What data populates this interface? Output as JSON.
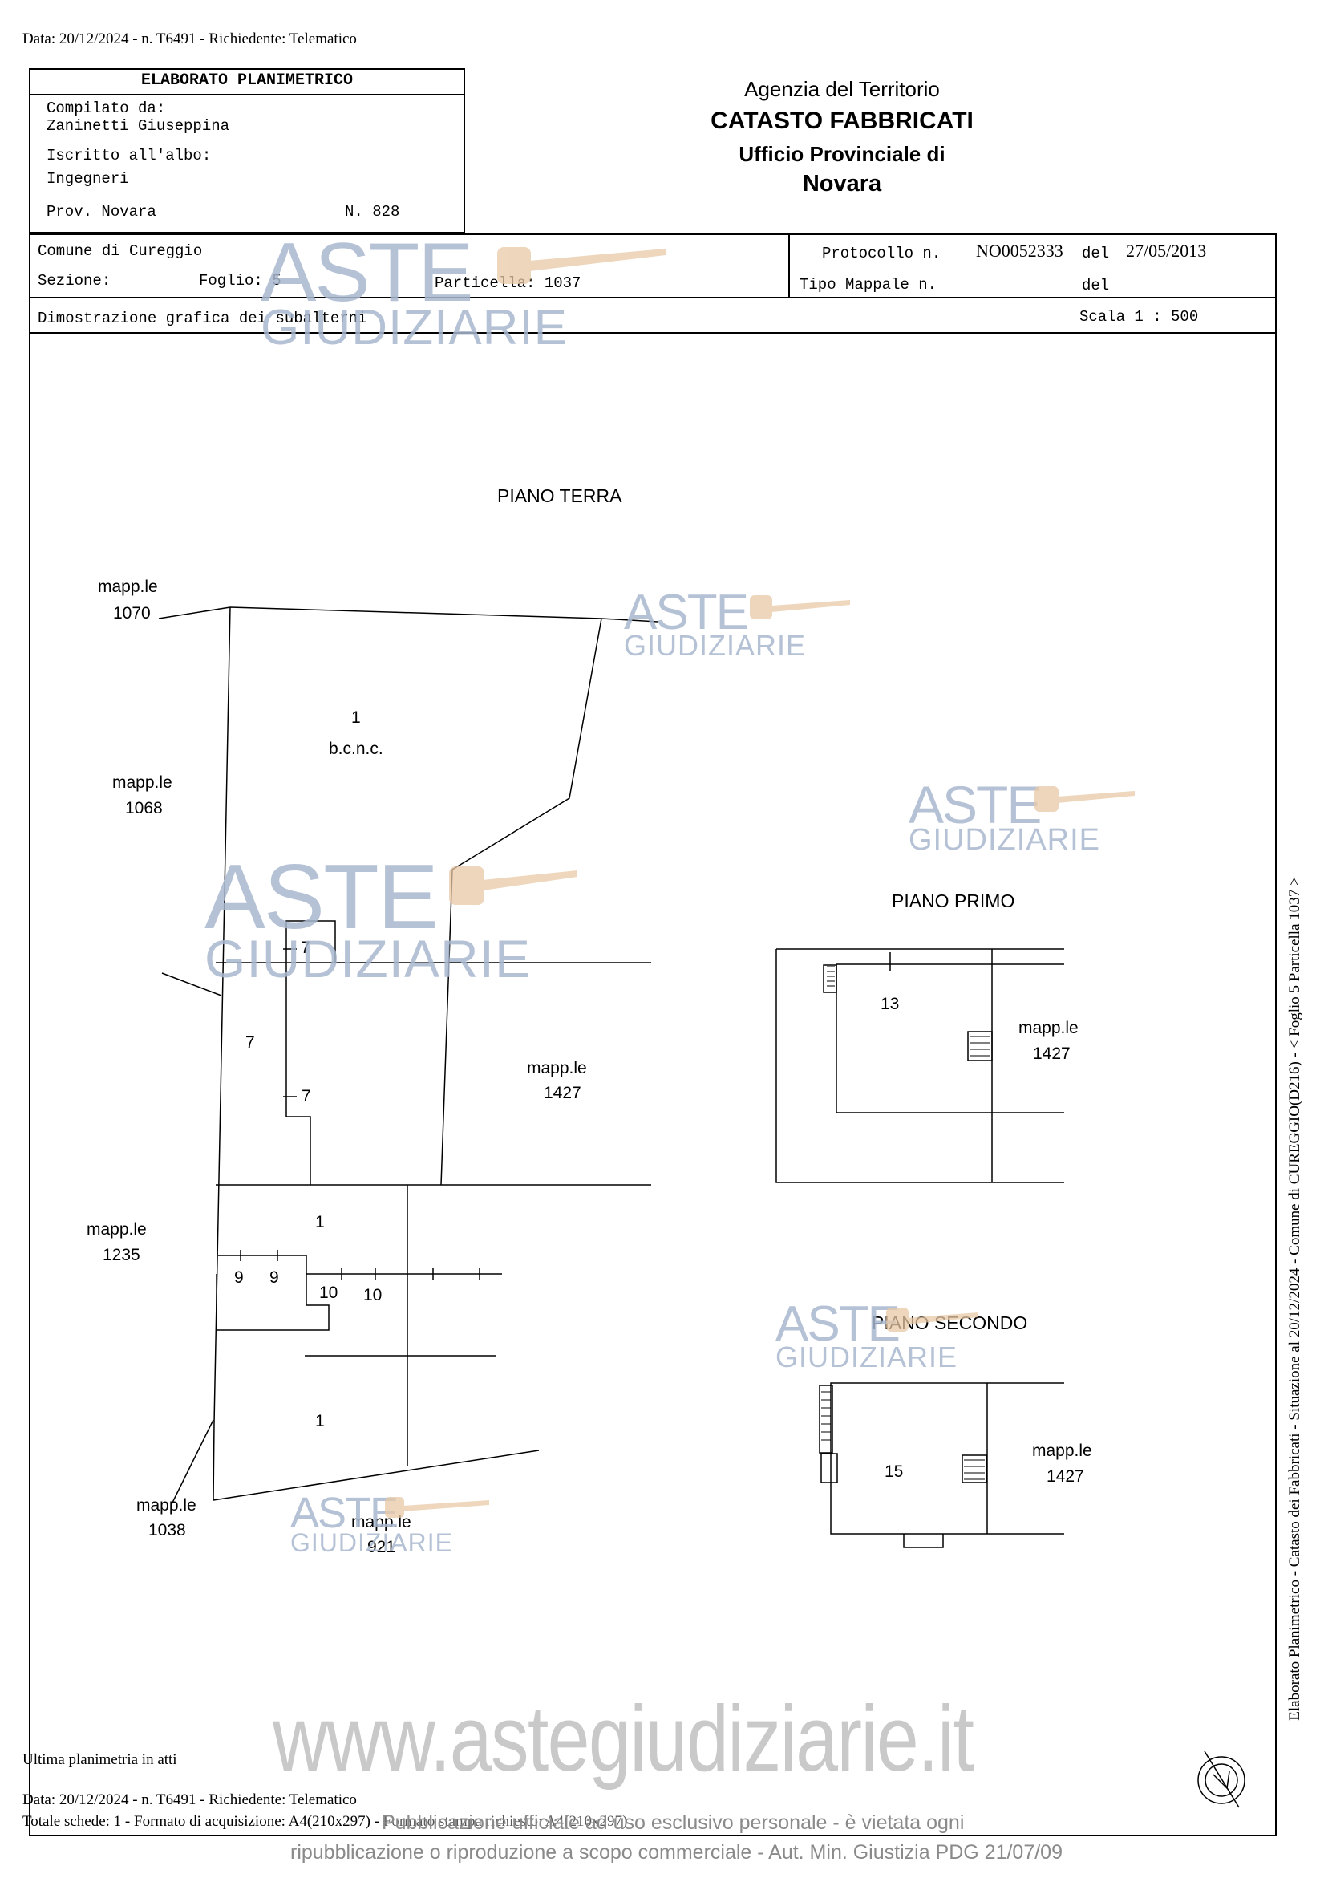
{
  "header_line": "Data: 20/12/2024 - n. T6491 - Richiedente: Telematico",
  "title_box": {
    "title": "ELABORATO PLANIMETRICO",
    "compilato_label": "Compilato da:",
    "compilato_name": "Zaninetti Giuseppina",
    "iscritto_label": "Iscritto all'albo:",
    "iscritto_value": "Ingegneri",
    "prov_label": "Prov. Novara",
    "number_label": "N. 828"
  },
  "agency": {
    "line1": "Agenzia del Territorio",
    "line2": "CATASTO FABBRICATI",
    "line3": "Ufficio Provinciale di",
    "line4": "Novara"
  },
  "info": {
    "comune": "Comune di Cureggio",
    "sezione_label": "Sezione:",
    "foglio": "Foglio: 5",
    "particella": "Particella: 1037",
    "protocollo_label": "Protocollo n.",
    "protocollo_value": "NO0052333",
    "del_label": "del",
    "protocollo_date": "27/05/2013",
    "tipo_mappale_label": "Tipo Mappale n.",
    "del2_label": "del",
    "dimostrazione": "Dimostrazione grafica dei subalterni",
    "scala": "Scala 1 : 500"
  },
  "plan": {
    "piano_terra": "PIANO TERRA",
    "piano_primo": "PIANO PRIMO",
    "piano_secondo": "PIANO SECONDO",
    "mapp": "mapp.le",
    "n1070": "1070",
    "n1068": "1068",
    "n1235": "1235",
    "n1038": "1038",
    "n921": "921",
    "n1427": "1427",
    "bcnc": "b.c.n.c.",
    "s1": "1",
    "s7": "7",
    "s9": "9",
    "s10": "10",
    "s13": "13",
    "s15": "15"
  },
  "side_text": "Elaborato Planimetrico - Catasto dei Fabbricati - Situazione al 20/12/2024 - Comune di CUREGGIO(D216) - < Foglio 5 Particella 1037 >",
  "footer": {
    "ultima": "Ultima planimetria in atti",
    "data_line": "Data: 20/12/2024 - n. T6491 - Richiedente: Telematico",
    "totale_line": "Totale schede: 1 - Formato di acquisizione: A4(210x297) - Formato stampa richiesto: A4(210x297)",
    "overlay_line1": "Pubblicazione ufficiale ad uso esclusivo personale - è vietata ogni",
    "overlay_line2": "ripubblicazione o riproduzione a scopo commerciale - Aut. Min. Giustizia PDG 21/07/09",
    "website": "www.astegiudiziarie.it"
  },
  "watermark": {
    "aste": "ASTE",
    "giudiziarie": "GIUDIZIARIE"
  },
  "colors": {
    "watermark": "#a9b8cf",
    "gavel": "#e8c9a6",
    "website": "#c9c9c9"
  }
}
